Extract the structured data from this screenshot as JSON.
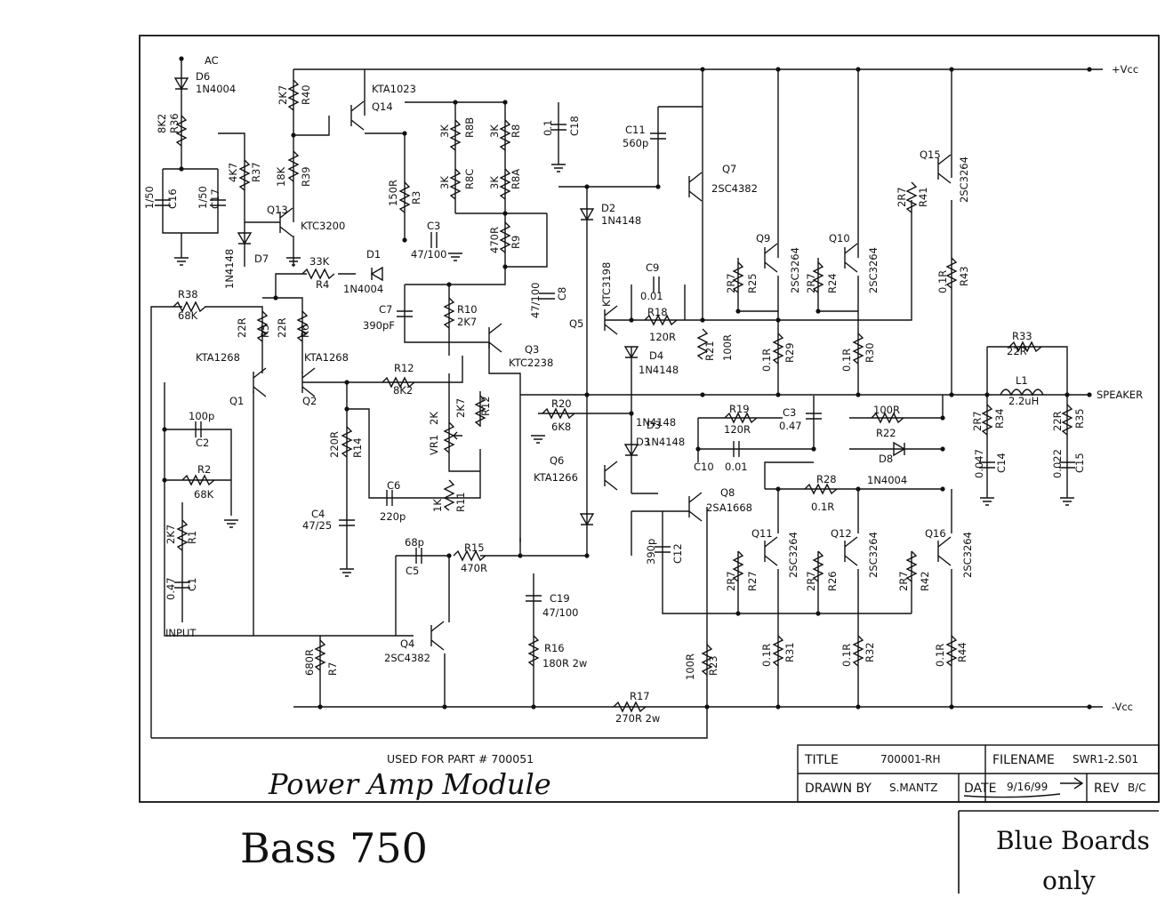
{
  "title_block": {
    "title_label": "TITLE",
    "title_value": "700001-RH",
    "filename_label": "FILENAME",
    "filename_value": "SWR1-2.S01",
    "drawn_by_label": "DRAWN BY",
    "drawn_by_value": "S.MANTZ",
    "date_label": "DATE",
    "date_value": "9/16/99",
    "rev_label": "REV",
    "rev_value": "B/C"
  },
  "notes": {
    "used_for": "USED FOR PART # 700051",
    "module_name": "Power Amp Module",
    "model": "Bass 750",
    "blue_line1": "Blue Boards",
    "blue_line2": "only"
  },
  "rails": {
    "vcc_pos": "+Vcc",
    "vcc_neg": "-Vcc",
    "speaker": "SPEAKER",
    "input": "INPUT",
    "ac": "AC"
  },
  "labels": [
    {
      "t": "D6"
    },
    {
      "t": "1N4004"
    },
    {
      "t": "8K2"
    },
    {
      "t": "R36"
    },
    {
      "t": "C16"
    },
    {
      "t": "1/50"
    },
    {
      "t": "C17"
    },
    {
      "t": "1/50"
    },
    {
      "t": "4K7"
    },
    {
      "t": "R37"
    },
    {
      "t": "D7"
    },
    {
      "t": "1N4148"
    },
    {
      "t": "R38"
    },
    {
      "t": "68K"
    },
    {
      "t": "2K7"
    },
    {
      "t": "R40"
    },
    {
      "t": "18K"
    },
    {
      "t": "R39"
    },
    {
      "t": "KTA1023"
    },
    {
      "t": "Q14"
    },
    {
      "t": "Q13"
    },
    {
      "t": "KTC3200"
    },
    {
      "t": "150R"
    },
    {
      "t": "R3"
    },
    {
      "t": "C3"
    },
    {
      "t": "47/100"
    },
    {
      "t": "33K"
    },
    {
      "t": "R4"
    },
    {
      "t": "D1"
    },
    {
      "t": "1N4004"
    },
    {
      "t": "3K"
    },
    {
      "t": "R8B"
    },
    {
      "t": "3K"
    },
    {
      "t": "R8"
    },
    {
      "t": "3K"
    },
    {
      "t": "R8C"
    },
    {
      "t": "3K"
    },
    {
      "t": "R8A"
    },
    {
      "t": "470R"
    },
    {
      "t": "R9"
    },
    {
      "t": "0.1"
    },
    {
      "t": "C18"
    },
    {
      "t": "C11"
    },
    {
      "t": "560p"
    },
    {
      "t": "Q7"
    },
    {
      "t": "2SC4382"
    },
    {
      "t": "D2"
    },
    {
      "t": "1N4148"
    },
    {
      "t": "Q15"
    },
    {
      "t": "2SC3264"
    },
    {
      "t": "2R7"
    },
    {
      "t": "R41"
    },
    {
      "t": "0.1R"
    },
    {
      "t": "R43"
    },
    {
      "t": "Q9"
    },
    {
      "t": "2R7"
    },
    {
      "t": "R25"
    },
    {
      "t": "2SC3264"
    },
    {
      "t": "Q10"
    },
    {
      "t": "2R7"
    },
    {
      "t": "R24"
    },
    {
      "t": "2SC3264"
    },
    {
      "t": "KTC3198"
    },
    {
      "t": "C9"
    },
    {
      "t": "0.01"
    },
    {
      "t": "R18"
    },
    {
      "t": "120R"
    },
    {
      "t": "47/100"
    },
    {
      "t": "C8"
    },
    {
      "t": "C7"
    },
    {
      "t": "390pF"
    },
    {
      "t": "R10"
    },
    {
      "t": "2K7"
    },
    {
      "t": "Q3"
    },
    {
      "t": "KTC2238"
    },
    {
      "t": "Q5"
    },
    {
      "t": "D4"
    },
    {
      "t": "1N4148"
    },
    {
      "t": "R21"
    },
    {
      "t": "100R"
    },
    {
      "t": "0.1R"
    },
    {
      "t": "R29"
    },
    {
      "t": "0.1R"
    },
    {
      "t": "R30"
    },
    {
      "t": "R33"
    },
    {
      "t": "22R"
    },
    {
      "t": "L1"
    },
    {
      "t": "2.2uH"
    },
    {
      "t": "2R7"
    },
    {
      "t": "R34"
    },
    {
      "t": "22R"
    },
    {
      "t": "R35"
    },
    {
      "t": "0.047"
    },
    {
      "t": "C14"
    },
    {
      "t": "0.022"
    },
    {
      "t": "C15"
    },
    {
      "t": "22R"
    },
    {
      "t": "R5"
    },
    {
      "t": "22R"
    },
    {
      "t": "R6"
    },
    {
      "t": "KTA1268"
    },
    {
      "t": "Q1"
    },
    {
      "t": "KTA1268"
    },
    {
      "t": "Q2"
    },
    {
      "t": "R12"
    },
    {
      "t": "8K2"
    },
    {
      "t": "100p"
    },
    {
      "t": "C2"
    },
    {
      "t": "R2"
    },
    {
      "t": "68K"
    },
    {
      "t": "2K7"
    },
    {
      "t": "R1"
    },
    {
      "t": "0.47"
    },
    {
      "t": "C1"
    },
    {
      "t": "220R"
    },
    {
      "t": "R14"
    },
    {
      "t": "C4"
    },
    {
      "t": "47/25"
    },
    {
      "t": "C6"
    },
    {
      "t": "220p"
    },
    {
      "t": "VR1"
    },
    {
      "t": "2K"
    },
    {
      "t": "2K7"
    },
    {
      "t": "R12"
    },
    {
      "t": "1K"
    },
    {
      "t": "R11"
    },
    {
      "t": "R20"
    },
    {
      "t": "6K8"
    },
    {
      "t": "Q6"
    },
    {
      "t": "KTA1266"
    },
    {
      "t": "D3"
    },
    {
      "t": "1N4148"
    },
    {
      "t": "1N4148"
    },
    {
      "t": "D3"
    },
    {
      "t": "R19"
    },
    {
      "t": "120R"
    },
    {
      "t": "C10"
    },
    {
      "t": "0.01"
    },
    {
      "t": "C3"
    },
    {
      "t": "0.47"
    },
    {
      "t": "100R"
    },
    {
      "t": "R22"
    },
    {
      "t": "D8"
    },
    {
      "t": "1N4004"
    },
    {
      "t": "R28"
    },
    {
      "t": "0.1R"
    },
    {
      "t": "Q8"
    },
    {
      "t": "2SA1668"
    },
    {
      "t": "390p"
    },
    {
      "t": "C12"
    },
    {
      "t": "Q11"
    },
    {
      "t": "2R7"
    },
    {
      "t": "R27"
    },
    {
      "t": "2SC3264"
    },
    {
      "t": "Q12"
    },
    {
      "t": "2R7"
    },
    {
      "t": "R26"
    },
    {
      "t": "2SC3264"
    },
    {
      "t": "Q16"
    },
    {
      "t": "2R7"
    },
    {
      "t": "R42"
    },
    {
      "t": "2SC3264"
    },
    {
      "t": "68p"
    },
    {
      "t": "C5"
    },
    {
      "t": "R15"
    },
    {
      "t": "470R"
    },
    {
      "t": "C19"
    },
    {
      "t": "47/100"
    },
    {
      "t": "R16"
    },
    {
      "t": "180R 2w"
    },
    {
      "t": "680R"
    },
    {
      "t": "R7"
    },
    {
      "t": "Q4"
    },
    {
      "t": "2SC4382"
    },
    {
      "t": "100R"
    },
    {
      "t": "R23"
    },
    {
      "t": "0.1R"
    },
    {
      "t": "R31"
    },
    {
      "t": "0.1R"
    },
    {
      "t": "R32"
    },
    {
      "t": "0.1R"
    },
    {
      "t": "R44"
    },
    {
      "t": "R17"
    },
    {
      "t": "270R 2w"
    }
  ]
}
